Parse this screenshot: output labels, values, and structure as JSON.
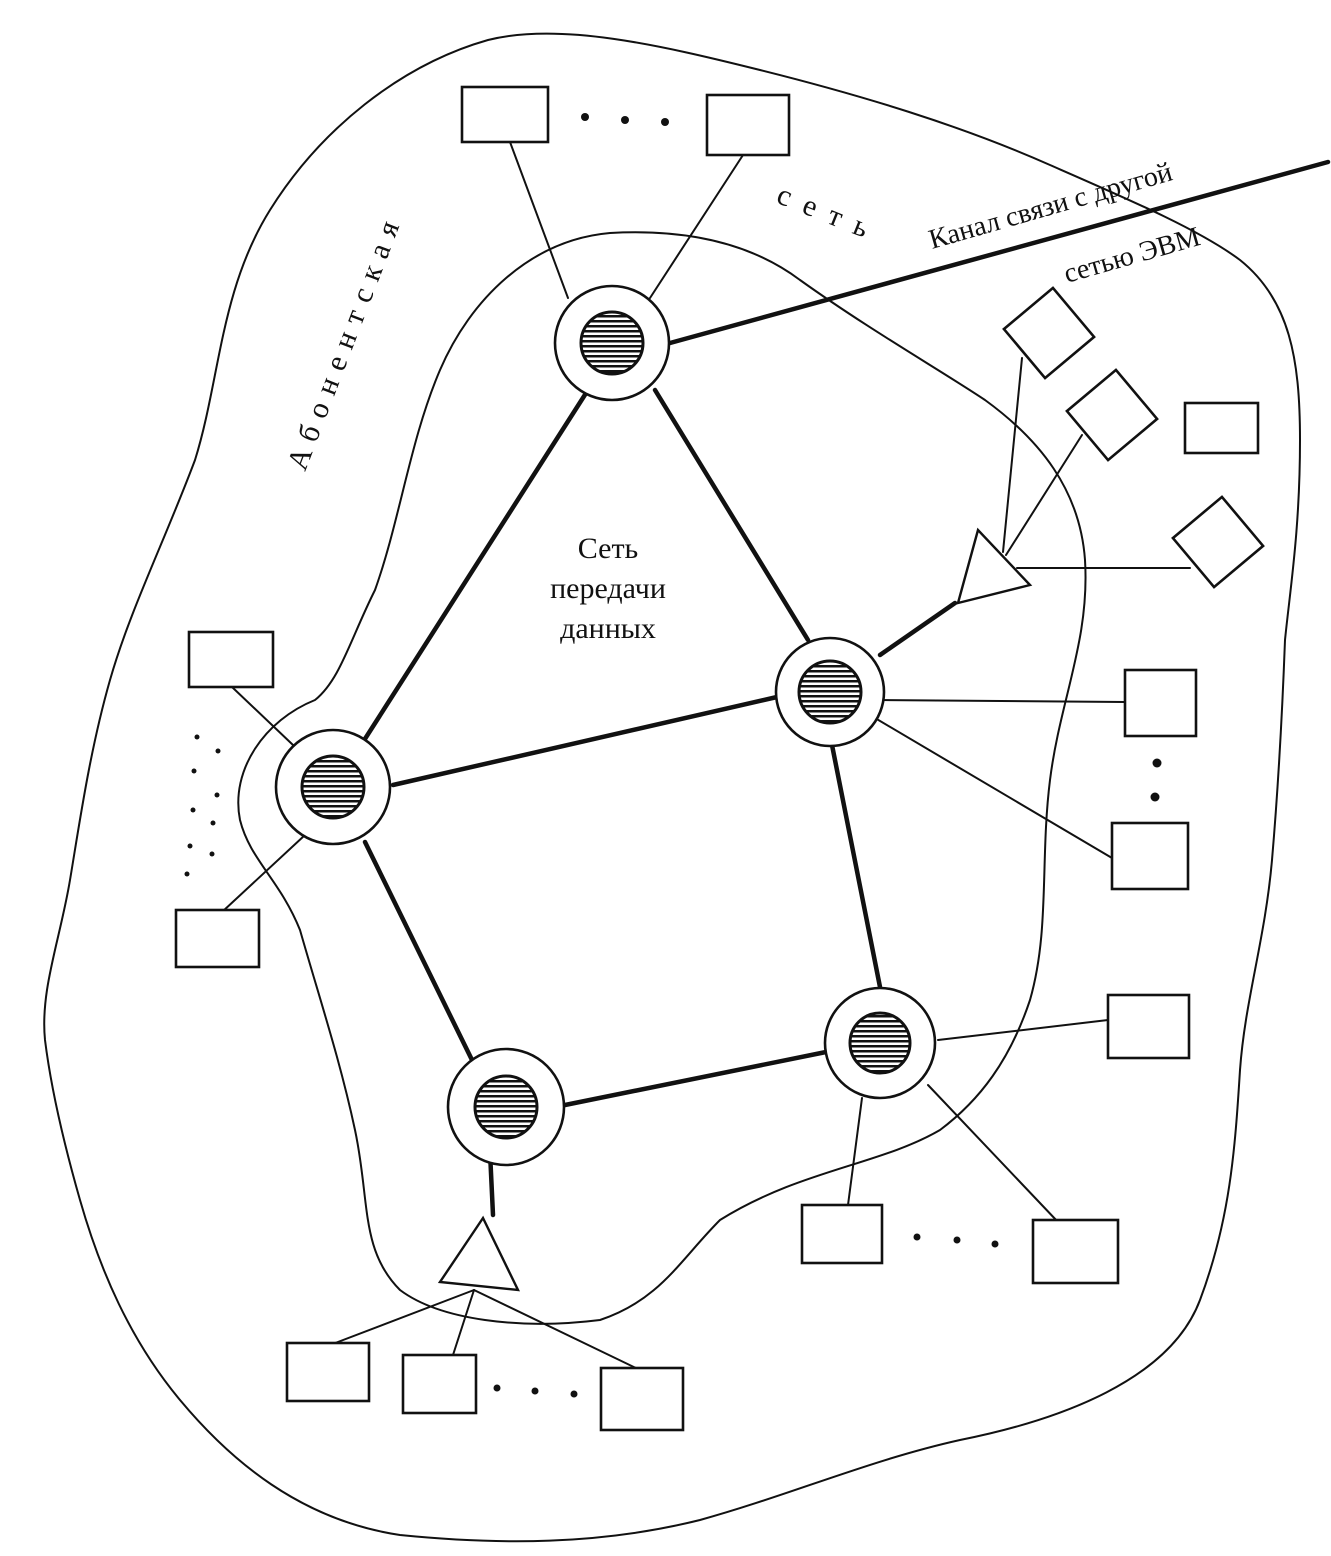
{
  "labels": {
    "abonent": "Абонентская",
    "set": "сеть",
    "center_line1": "Сеть",
    "center_line2": "передачи",
    "center_line3": "данных",
    "channel_line1": "Канал связи с другой",
    "channel_line2": "сетью ЭВМ"
  },
  "colors": {
    "ink": "#111111",
    "paper": "#ffffff"
  },
  "icons": {
    "switching_node": "hatched-circle-in-ring",
    "concentrator": "triangle",
    "terminal": "rectangle"
  }
}
